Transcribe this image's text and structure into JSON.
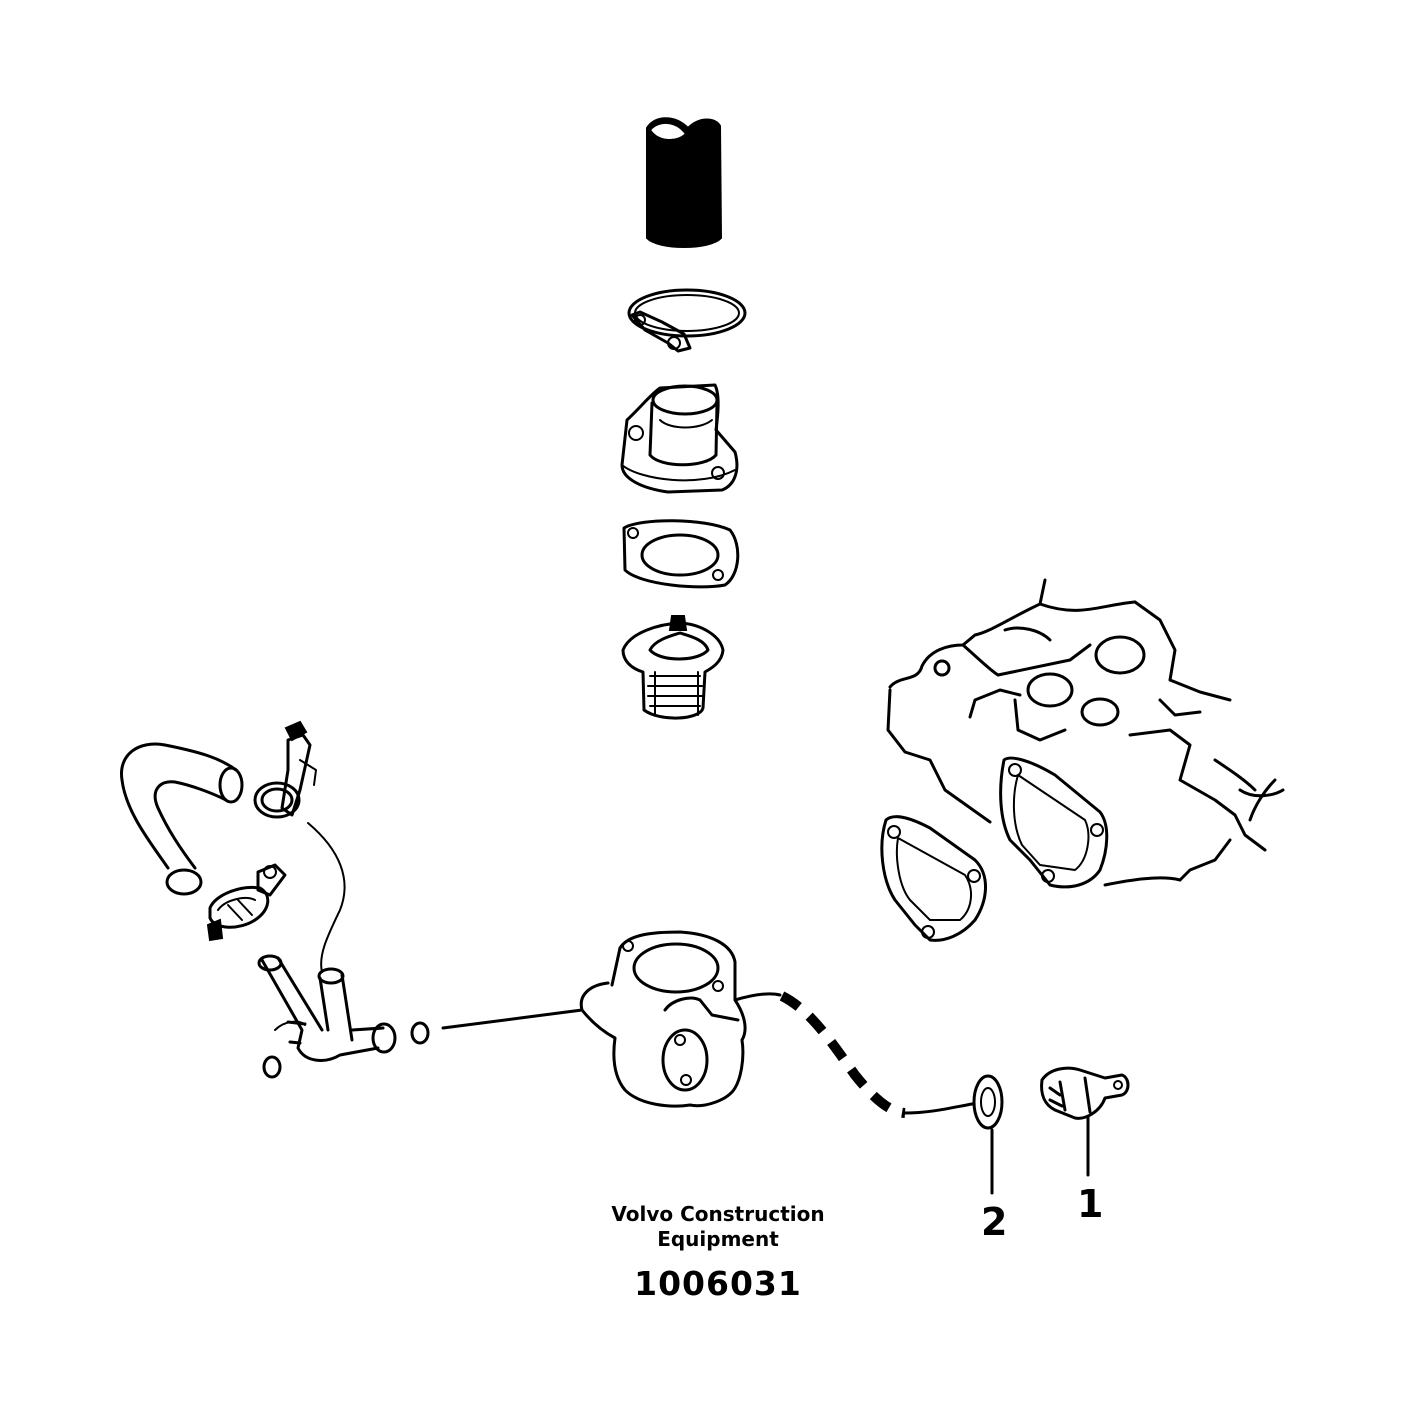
{
  "callouts": [
    {
      "id": "1",
      "label": "1"
    },
    {
      "id": "2",
      "label": "2"
    }
  ],
  "caption": {
    "line1": "Volvo Construction",
    "line2": "Equipment",
    "number": "1006031"
  }
}
